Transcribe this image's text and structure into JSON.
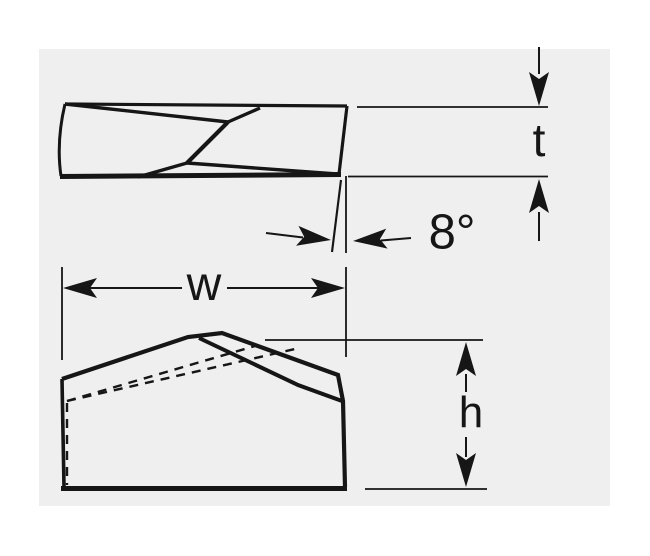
{
  "drawing": {
    "type": "technical-dimension-drawing",
    "labels": {
      "thickness": "t",
      "angle": "8°",
      "width": "w",
      "height": "h"
    },
    "colors": {
      "page_background": "#ffffff",
      "drawing_area_background": "#efefef",
      "line": "#161616"
    }
  }
}
